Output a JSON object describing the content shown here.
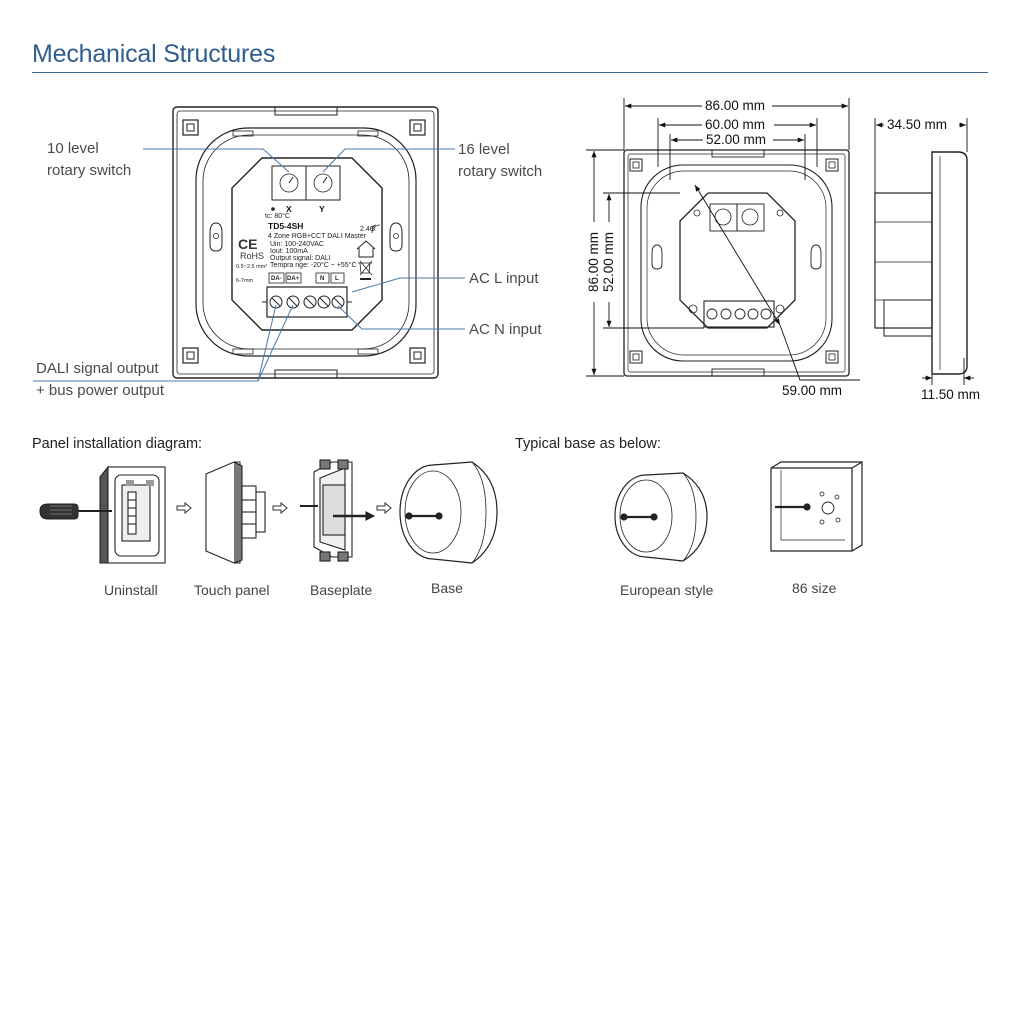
{
  "header": {
    "title": "Mechanical Structures"
  },
  "front_view": {
    "label_10_level": [
      "10 level",
      "rotary switch"
    ],
    "label_16_level": [
      "16 level",
      "rotary switch"
    ],
    "label_ac_l": "AC L input",
    "label_ac_n": "AC N input",
    "label_dali": [
      "DALI signal output",
      "+ bus power output"
    ],
    "product": {
      "model": "TD5-4SH",
      "name": "4 Zone RGB+CCT DALI Master",
      "uin": "Uin: 100-240VAC",
      "iout": "Iout: 100mA",
      "output": "Output signal: DALI",
      "temp": "Tempra nge: -20°C ~ +55°C",
      "tc": "tc: 80°C",
      "band": "2.4G",
      "switch_x": "X",
      "switch_y": "Y",
      "ce": "CE",
      "rohs": "RoHS",
      "wire": "0.5~2.5 mm²",
      "strip": "6-7mm",
      "terminals": [
        "DA-",
        "DA+",
        "N",
        "L"
      ]
    }
  },
  "dimensions": {
    "width_outer": "86.00 mm",
    "width_60": "60.00 mm",
    "width_52": "52.00 mm",
    "height_outer": "86.00 mm",
    "height_52": "52.00 mm",
    "diagonal": "59.00 mm",
    "depth": "34.50 mm",
    "plate": "11.50 mm"
  },
  "installation": {
    "heading": "Panel installation diagram:",
    "steps": [
      "Uninstall",
      "Touch panel",
      "Baseplate",
      "Base"
    ]
  },
  "bases": {
    "heading": "Typical base as below:",
    "styles": [
      "European style",
      "86 size"
    ]
  },
  "colors": {
    "title": "#2f5d8e",
    "rule": "#3a6795",
    "callout": "#4b79a8",
    "line": "#222222"
  }
}
